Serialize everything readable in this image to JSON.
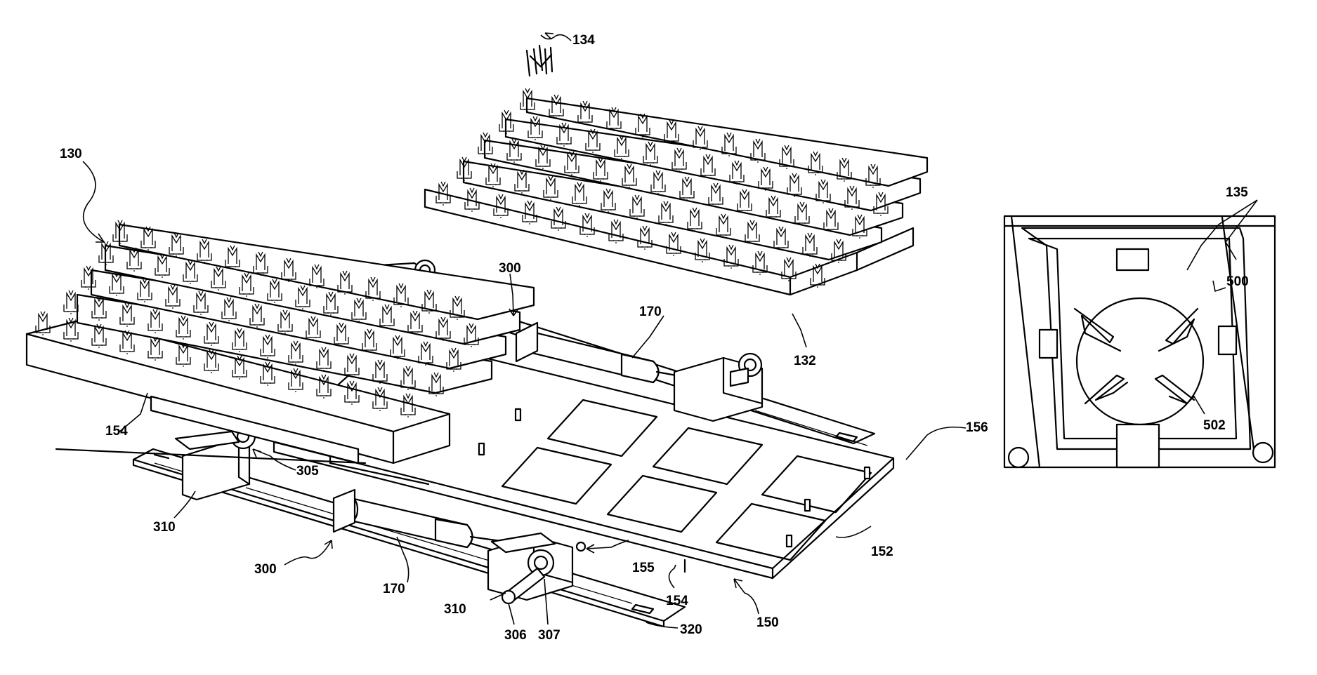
{
  "figure": {
    "labels": {
      "l130": "130",
      "l132": "132",
      "l134": "134",
      "l135": "135",
      "l150": "150",
      "l152": "152",
      "l154a": "154",
      "l154b": "154",
      "l155": "155",
      "l156": "156",
      "l170a": "170",
      "l170b": "170",
      "l300a": "300",
      "l300b": "300",
      "l305": "305",
      "l306": "306",
      "l307": "307",
      "l310a": "310",
      "l310b": "310",
      "l320": "320",
      "l500": "500",
      "l502": "502"
    }
  }
}
